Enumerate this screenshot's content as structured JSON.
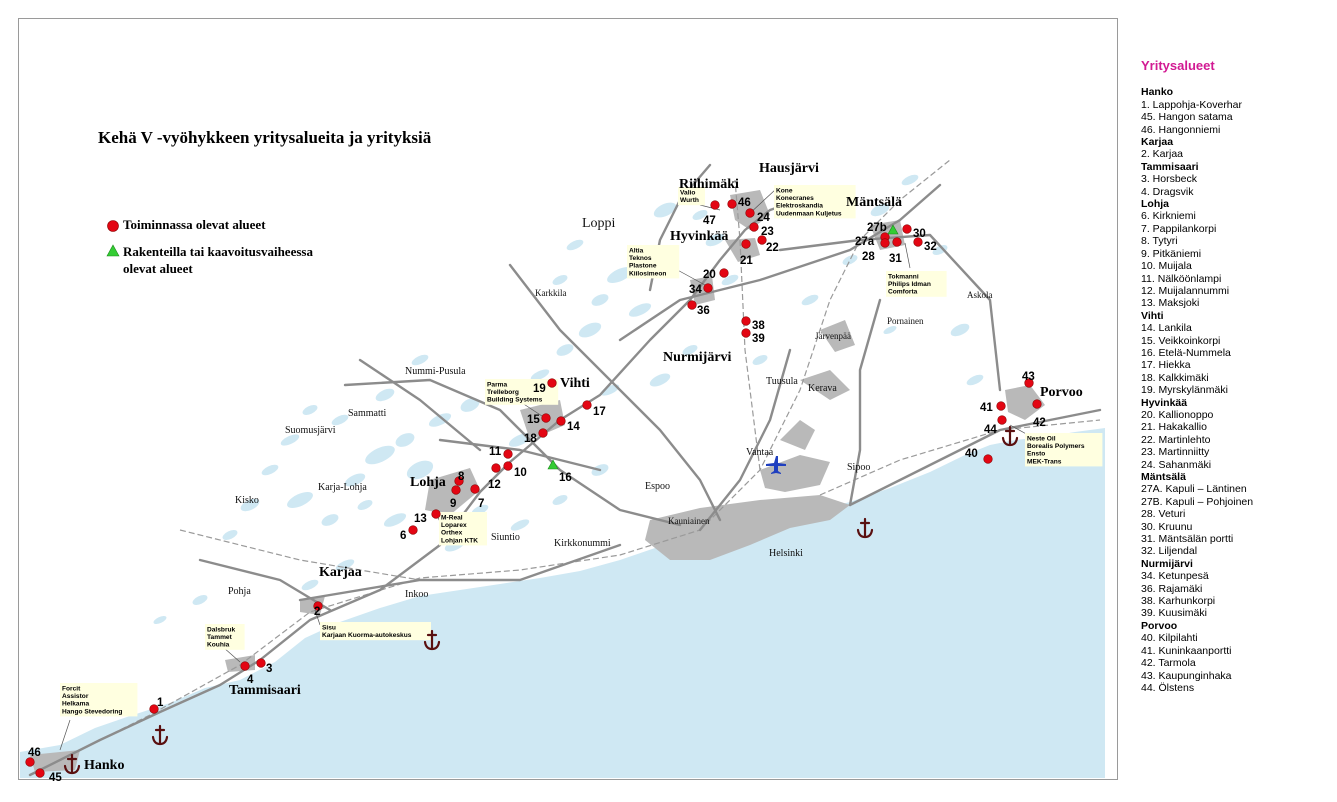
{
  "title": "Kehä V -vyöhykkeen yritysalueita ja yrityksiä",
  "legend": {
    "active": "Toiminnassa olevat alueet",
    "planned_line1": "Rakenteilla tai kaavoitusvaiheessa",
    "planned_line2": "olevat alueet",
    "active_color": "#e30613",
    "planned_color": "#33cc33"
  },
  "colors": {
    "sea": "#cfe8f3",
    "urban": "#b9b9b9",
    "road": "#8c8c8c",
    "rail": "#9a9a9a",
    "company_box": "#ffffe0",
    "anchor": "#5a1010",
    "airport": "#1f3fbf"
  },
  "icons": {
    "port": "anchor-icon",
    "airport": "airport-icon"
  },
  "big_places": [
    {
      "name": "Hanko"
    },
    {
      "name": "Tammisaari"
    },
    {
      "name": "Karjaa"
    },
    {
      "name": "Lohja"
    },
    {
      "name": "Vihti"
    },
    {
      "name": "Nurmijärvi"
    },
    {
      "name": "Hyvinkää"
    },
    {
      "name": "Riihimäki"
    },
    {
      "name": "Hausjärvi"
    },
    {
      "name": "Mäntsälä"
    },
    {
      "name": "Porvoo"
    }
  ],
  "places": [
    {
      "name": "Loppi"
    },
    {
      "name": "Karkkila"
    },
    {
      "name": "Nummi-Pusula"
    },
    {
      "name": "Sammatti"
    },
    {
      "name": "Suomusjärvi"
    },
    {
      "name": "Kisko"
    },
    {
      "name": "Karja-Lohja"
    },
    {
      "name": "Pohja"
    },
    {
      "name": "Inkoo"
    },
    {
      "name": "Siuntio"
    },
    {
      "name": "Kirkkonummi"
    },
    {
      "name": "Espoo"
    },
    {
      "name": "Kauniainen"
    },
    {
      "name": "Helsinki"
    },
    {
      "name": "Vantaa"
    },
    {
      "name": "Sipoo"
    },
    {
      "name": "Tuusula"
    },
    {
      "name": "Kerava"
    },
    {
      "name": "Järvenpää"
    },
    {
      "name": "Pornainen"
    },
    {
      "name": "Askola"
    }
  ],
  "areas": [
    {
      "label": "1",
      "status": "active"
    },
    {
      "label": "2",
      "status": "active"
    },
    {
      "label": "3",
      "status": "active"
    },
    {
      "label": "4",
      "status": "active"
    },
    {
      "label": "6",
      "status": "active"
    },
    {
      "label": "7",
      "status": "active"
    },
    {
      "label": "8",
      "status": "active"
    },
    {
      "label": "9",
      "status": "active"
    },
    {
      "label": "10",
      "status": "active"
    },
    {
      "label": "11",
      "status": "active"
    },
    {
      "label": "12",
      "status": "active"
    },
    {
      "label": "13",
      "status": "active"
    },
    {
      "label": "14",
      "status": "active"
    },
    {
      "label": "15",
      "status": "active"
    },
    {
      "label": "16",
      "status": "planned"
    },
    {
      "label": "17",
      "status": "active"
    },
    {
      "label": "18",
      "status": "active"
    },
    {
      "label": "19",
      "status": "active"
    },
    {
      "label": "20",
      "status": "active"
    },
    {
      "label": "21",
      "status": "active"
    },
    {
      "label": "22",
      "status": "active"
    },
    {
      "label": "23",
      "status": "active"
    },
    {
      "label": "24",
      "status": "active"
    },
    {
      "label": "27a",
      "status": "active"
    },
    {
      "label": "27b",
      "status": "planned"
    },
    {
      "label": "28",
      "status": "active"
    },
    {
      "label": "30",
      "status": "active"
    },
    {
      "label": "31",
      "status": "active"
    },
    {
      "label": "32",
      "status": "active"
    },
    {
      "label": "34",
      "status": "active"
    },
    {
      "label": "36",
      "status": "active"
    },
    {
      "label": "38",
      "status": "active"
    },
    {
      "label": "39",
      "status": "active"
    },
    {
      "label": "40",
      "status": "active"
    },
    {
      "label": "41",
      "status": "active"
    },
    {
      "label": "42",
      "status": "active"
    },
    {
      "label": "43",
      "status": "active"
    },
    {
      "label": "44",
      "status": "active"
    },
    {
      "label": "45",
      "status": "active"
    },
    {
      "label": "46",
      "status": "active"
    },
    {
      "label": "46",
      "status": "active"
    },
    {
      "label": "47",
      "status": "active"
    }
  ],
  "company_boxes": [
    {
      "lines": [
        "Forcit",
        "Assistor",
        "Helkama",
        "Hango Stevedoring"
      ]
    },
    {
      "lines": [
        "Dalsbruk",
        "Tammet",
        "Kouhia"
      ]
    },
    {
      "lines": [
        "Sisu",
        "Karjaan Kuorma-autokeskus"
      ]
    },
    {
      "lines": [
        "M-Real",
        "Loparex",
        "Orthex",
        "Lohjan KTK"
      ]
    },
    {
      "lines": [
        "Parma",
        "Trelleborg",
        "Building Systems"
      ]
    },
    {
      "lines": [
        "Altia",
        "Teknos",
        "Plastone",
        "Kiilosimeon"
      ]
    },
    {
      "lines": [
        "Valio",
        "Wurth"
      ]
    },
    {
      "lines": [
        "Kone",
        "Konecranes",
        "Elektroskandia",
        "Uudenmaan Kuljetus"
      ]
    },
    {
      "lines": [
        "Tokmanni",
        "Philips Idman",
        "Comforta"
      ]
    },
    {
      "lines": [
        "Neste Oil",
        "Borealis Polymers",
        "Ensto",
        "MEK-Trans"
      ]
    }
  ],
  "sidebar": {
    "title": "Yritysalueet",
    "groups": [
      {
        "name": "Hanko",
        "items": [
          "1. Lappohja-Koverhar",
          "45. Hangon satama",
          "46. Hangonniemi"
        ]
      },
      {
        "name": "Karjaa",
        "items": [
          "2. Karjaa"
        ]
      },
      {
        "name": "Tammisaari",
        "items": [
          "3. Horsbeck",
          "4. Dragsvik"
        ]
      },
      {
        "name": "Lohja",
        "items": [
          "6. Kirkniemi",
          "7. Pappilankorpi",
          "8. Tytyri",
          "9. Pitkäniemi",
          "10. Muijala",
          "11. Nälköönlampi",
          "12. Muijalannummi",
          "13. Maksjoki"
        ]
      },
      {
        "name": "Vihti",
        "items": [
          "14. Lankila",
          "15. Veikkoinkorpi",
          "16. Etelä-Nummela",
          "17. Hiekka",
          "18. Kalkkimäki",
          "19. Myrskylänmäki"
        ]
      },
      {
        "name": "Hyvinkää",
        "items": [
          "20. Kallionoppo",
          "21. Hakakallio",
          "22. Martinlehto",
          "23. Martinniitty",
          "24. Sahanmäki"
        ]
      },
      {
        "name": "Mäntsälä",
        "items": [
          "27A. Kapuli – Läntinen",
          "27B. Kapuli – Pohjoinen",
          "28. Veturi",
          "30. Kruunu",
          "31. Mäntsälän portti",
          "32. Liljendal"
        ]
      },
      {
        "name": "Nurmijärvi",
        "items": [
          "34. Ketunpesä",
          "36. Rajamäki",
          "38. Karhunkorpi",
          "39. Kuusimäki"
        ]
      },
      {
        "name": "Porvoo",
        "items": [
          "40. Kilpilahti",
          "41. Kuninkaanportti",
          "42. Tarmola",
          "43. Kaupunginhaka",
          "44. Ölstens"
        ]
      }
    ]
  }
}
